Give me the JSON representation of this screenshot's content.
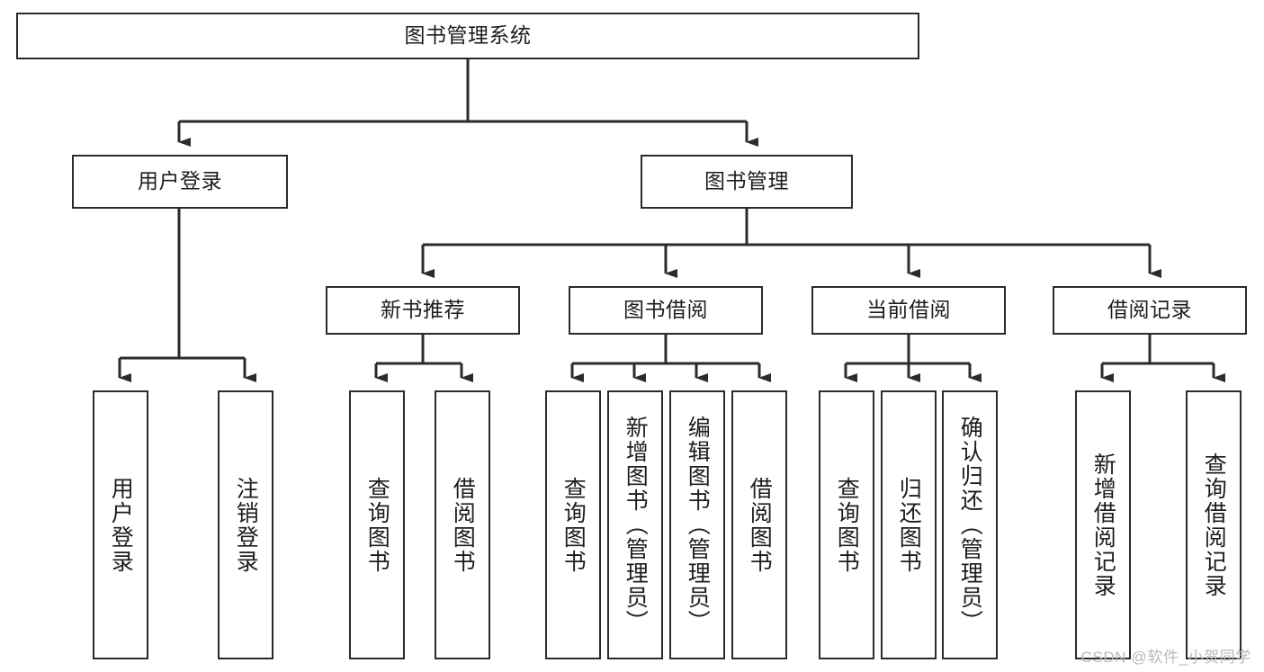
{
  "diagram": {
    "type": "hierarchy-tree",
    "title": "图书管理系统",
    "line_color": "#2b2b2b",
    "box_fill": "#ffffff",
    "text_color": "#1d1d1d",
    "root": {
      "label": "图书管理系统"
    },
    "level2": [
      {
        "label": "用户登录"
      },
      {
        "label": "图书管理"
      }
    ],
    "level3": [
      {
        "label": "新书推荐"
      },
      {
        "label": "图书借阅"
      },
      {
        "label": "当前借阅"
      },
      {
        "label": "借阅记录"
      }
    ],
    "leaves": [
      {
        "label": "用户登录",
        "parent": "用户登录"
      },
      {
        "label": "注销登录",
        "parent": "用户登录"
      },
      {
        "label": "查询图书",
        "parent": "新书推荐"
      },
      {
        "label": "借阅图书",
        "parent": "新书推荐"
      },
      {
        "label": "查询图书",
        "parent": "图书借阅"
      },
      {
        "label": "新增图书（管理员）",
        "parent": "图书借阅"
      },
      {
        "label": "编辑图书（管理员）",
        "parent": "图书借阅"
      },
      {
        "label": "借阅图书",
        "parent": "图书借阅"
      },
      {
        "label": "查询图书",
        "parent": "当前借阅"
      },
      {
        "label": "归还图书",
        "parent": "当前借阅"
      },
      {
        "label": "确认归还（管理员）",
        "parent": "当前借阅"
      },
      {
        "label": "新增借阅记录",
        "parent": "借阅记录"
      },
      {
        "label": "查询借阅记录",
        "parent": "借阅记录"
      }
    ]
  },
  "watermark": {
    "text": "CSDN @软件_小贺同学"
  }
}
